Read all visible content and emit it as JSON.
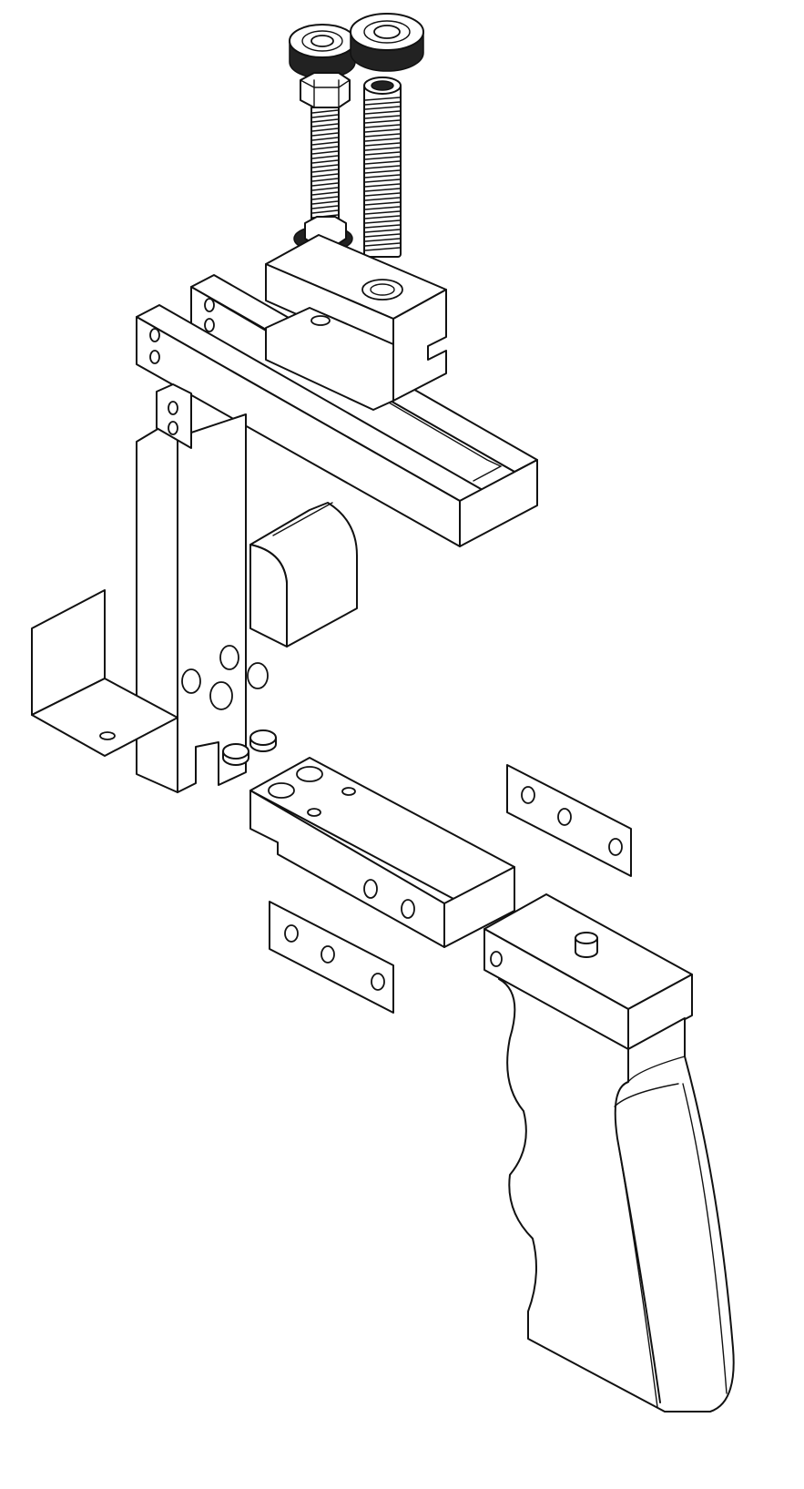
{
  "figure": {
    "kind": "exploded-isometric-assembly",
    "line_color": "#111111",
    "background": "#ffffff",
    "parts": [
      {
        "id": "knurled-nut-left",
        "icon": "knurled-thumb-nut"
      },
      {
        "id": "knurled-nut-right",
        "icon": "knurled-thumb-nut"
      },
      {
        "id": "hex-nut",
        "icon": "hex-nut"
      },
      {
        "id": "threaded-rod-left",
        "icon": "threaded-rod"
      },
      {
        "id": "threaded-rod-right",
        "icon": "threaded-rod"
      },
      {
        "id": "washer-nut",
        "icon": "flange-nut"
      },
      {
        "id": "clamp-block",
        "icon": "slotted-block"
      },
      {
        "id": "top-rail",
        "icon": "slotted-bar"
      },
      {
        "id": "vertical-post",
        "icon": "drilled-post"
      },
      {
        "id": "rounded-pad",
        "icon": "rounded-block"
      },
      {
        "id": "angle-bracket",
        "icon": "l-bracket"
      },
      {
        "id": "dowel-pins",
        "icon": "pin"
      },
      {
        "id": "mounting-block",
        "icon": "drilled-block"
      },
      {
        "id": "side-plate-upper",
        "icon": "three-hole-plate"
      },
      {
        "id": "side-plate-lower",
        "icon": "three-hole-plate"
      },
      {
        "id": "pistol-grip",
        "icon": "handle"
      }
    ]
  }
}
